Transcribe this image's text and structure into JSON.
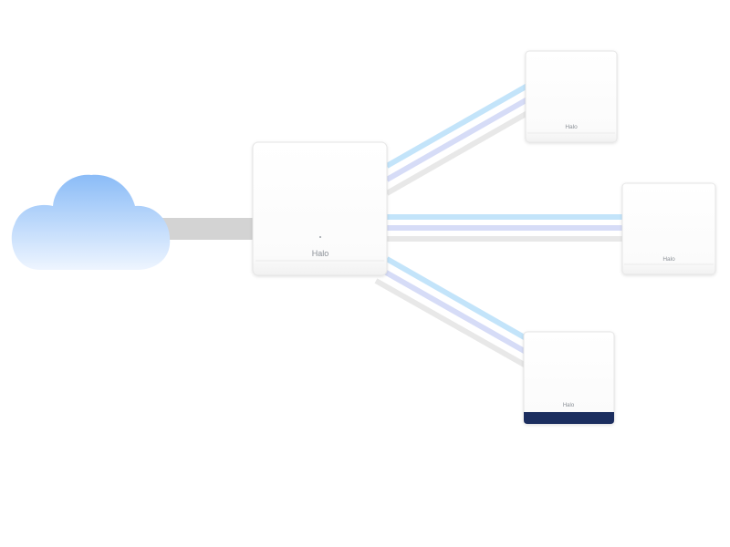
{
  "diagram": {
    "main_node": {
      "label": "Halo"
    },
    "satellites": [
      {
        "label": "Halo",
        "variant": "white"
      },
      {
        "label": "Halo",
        "variant": "white"
      },
      {
        "label": "Halo",
        "variant": "navy-base"
      }
    ],
    "colors": {
      "background": "#ffffff",
      "cloud_top": "#8bbcf7",
      "cloud_bottom": "#eef5ff",
      "wired_link": "#d3d3d3",
      "wireless_link_1": "#c3e4fa",
      "wireless_link_2": "#d6dcf7",
      "wireless_link_3": "#e8e8e8",
      "device_body": "#ffffff",
      "device_edge": "#e6e6e6",
      "device_base_navy": "#1f2d5e",
      "device_text": "#8a8f96"
    }
  }
}
